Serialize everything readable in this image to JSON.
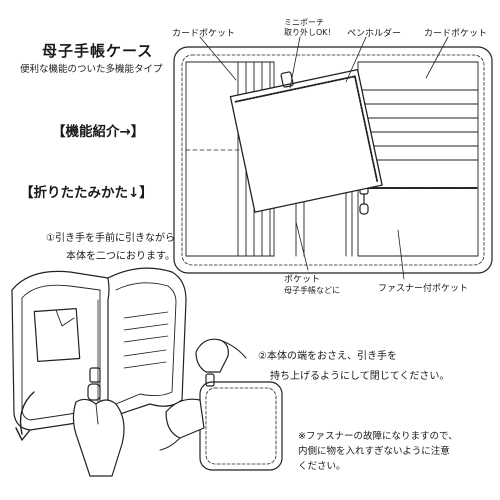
{
  "header": {
    "title": "母子手帳ケース",
    "subtitle": "便利な機能のついた多機能タイプ"
  },
  "sections": {
    "features": "【機能紹介→】",
    "folding": "【折りたたみかた↓】"
  },
  "callouts": {
    "card_pocket_left": "カードポケット",
    "mini_pouch_line1": "ミニポーチ",
    "mini_pouch_line2": "取り外しOK！",
    "pen_holder": "ペンホルダー",
    "card_pocket_right": "カードポケット",
    "pocket": "ポケット",
    "pocket_sub": "母子手帳などに",
    "zipper_pocket": "ファスナー付ポケット"
  },
  "steps": {
    "step1_line1": "①引き手を手前に引きながら",
    "step1_line2": "本体を二つにおります。",
    "step2_line1": "②本体の端をおさえ、引き手を",
    "step2_line2": "持ち上げるようにして閉じてください。"
  },
  "note": "※ファスナーの故障になりますので、内側に物を入れすぎないように注意ください。"
}
